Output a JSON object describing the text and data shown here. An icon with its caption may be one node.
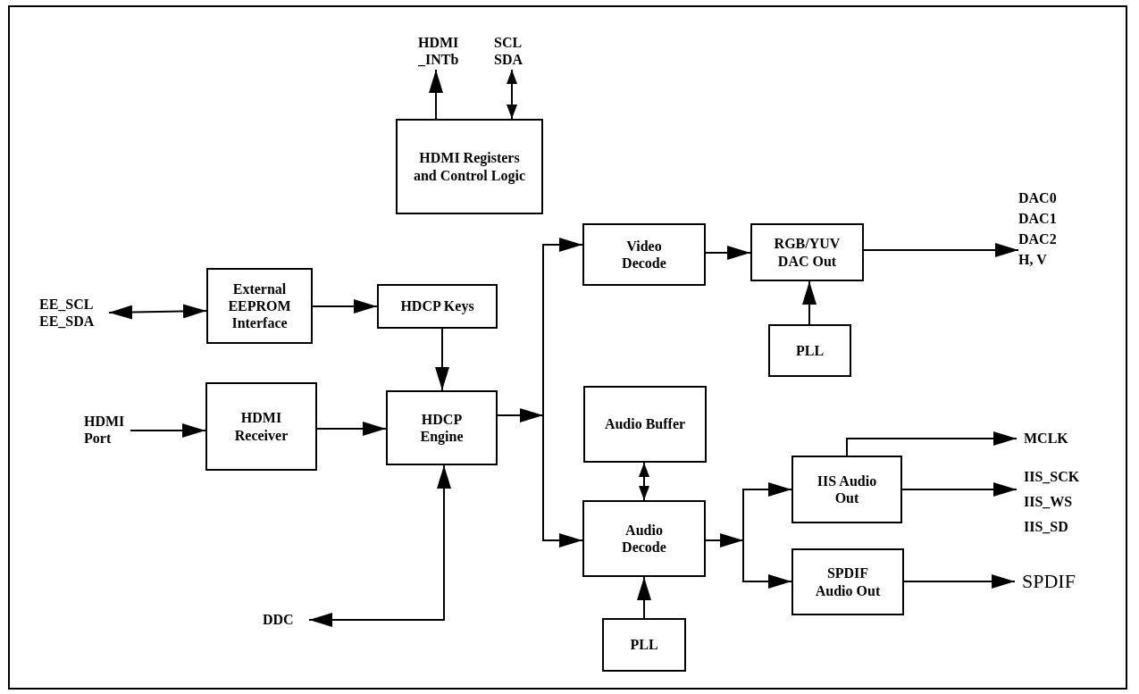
{
  "diagram": {
    "nodes": [
      {
        "text": [
          "HDMI _INTb"
        ]
      },
      {
        "text": [
          "SCL SDA"
        ]
      },
      {
        "text": [
          "HDMI Registers and Control Logic"
        ]
      },
      {
        "text": [
          "EE_SCL EE_SDA"
        ]
      },
      {
        "text": [
          "External EEPROM Interface"
        ]
      },
      {
        "text": [
          "HDCP Keys"
        ]
      },
      {
        "text": [
          "HDMI Port"
        ]
      },
      {
        "text": [
          "HDMI Receiver"
        ]
      },
      {
        "text": [
          "HDCP Engine"
        ]
      },
      {
        "text": [
          "DDC"
        ]
      },
      {
        "text": [
          "Video Decode"
        ]
      },
      {
        "text": [
          "RGB/YUV DAC Out"
        ]
      },
      {
        "text": [
          "PLL"
        ]
      },
      {
        "text": [
          "DAC0 DAC1 DAC2 H, V"
        ]
      },
      {
        "text": [
          "Audio Buffer"
        ]
      },
      {
        "text": [
          "Audio Decode"
        ]
      },
      {
        "text": [
          "PLL"
        ]
      },
      {
        "text": [
          "IIS Audio Out"
        ]
      },
      {
        "text": [
          "SPDIF Audio Out"
        ]
      },
      {
        "text": [
          "MCLK"
        ]
      },
      {
        "text": [
          "IIS_SCK IIS_WS IIS_SD"
        ]
      },
      {
        "text": [
          "SPDIF"
        ]
      }
    ],
    "edges": [
      {
        "from": 2,
        "to": 0,
        "arrow": "to"
      },
      {
        "from": 2,
        "to": 1,
        "arrow": "both"
      },
      {
        "from": 3,
        "to": 4,
        "arrow": "both"
      },
      {
        "from": 4,
        "to": 5,
        "arrow": "to"
      },
      {
        "from": 5,
        "to": 8,
        "arrow": "to"
      },
      {
        "from": 6,
        "to": 7,
        "arrow": "to"
      },
      {
        "from": 7,
        "to": 8,
        "arrow": "to"
      },
      {
        "from": 8,
        "to": 9,
        "arrow": "both"
      },
      {
        "from": 8,
        "to": 10,
        "arrow": "to"
      },
      {
        "from": 8,
        "to": 15,
        "arrow": "to"
      },
      {
        "from": 10,
        "to": 11,
        "arrow": "to"
      },
      {
        "from": 12,
        "to": 11,
        "arrow": "to"
      },
      {
        "from": 11,
        "to": 13,
        "arrow": "to"
      },
      {
        "from": 14,
        "to": 15,
        "arrow": "both"
      },
      {
        "from": 16,
        "to": 15,
        "arrow": "to"
      },
      {
        "from": 15,
        "to": 17,
        "arrow": "to"
      },
      {
        "from": 15,
        "to": 18,
        "arrow": "to"
      },
      {
        "from": 17,
        "to": 19,
        "arrow": "to"
      },
      {
        "from": 17,
        "to": 20,
        "arrow": "to"
      },
      {
        "from": 18,
        "to": 21,
        "arrow": "to"
      }
    ]
  }
}
